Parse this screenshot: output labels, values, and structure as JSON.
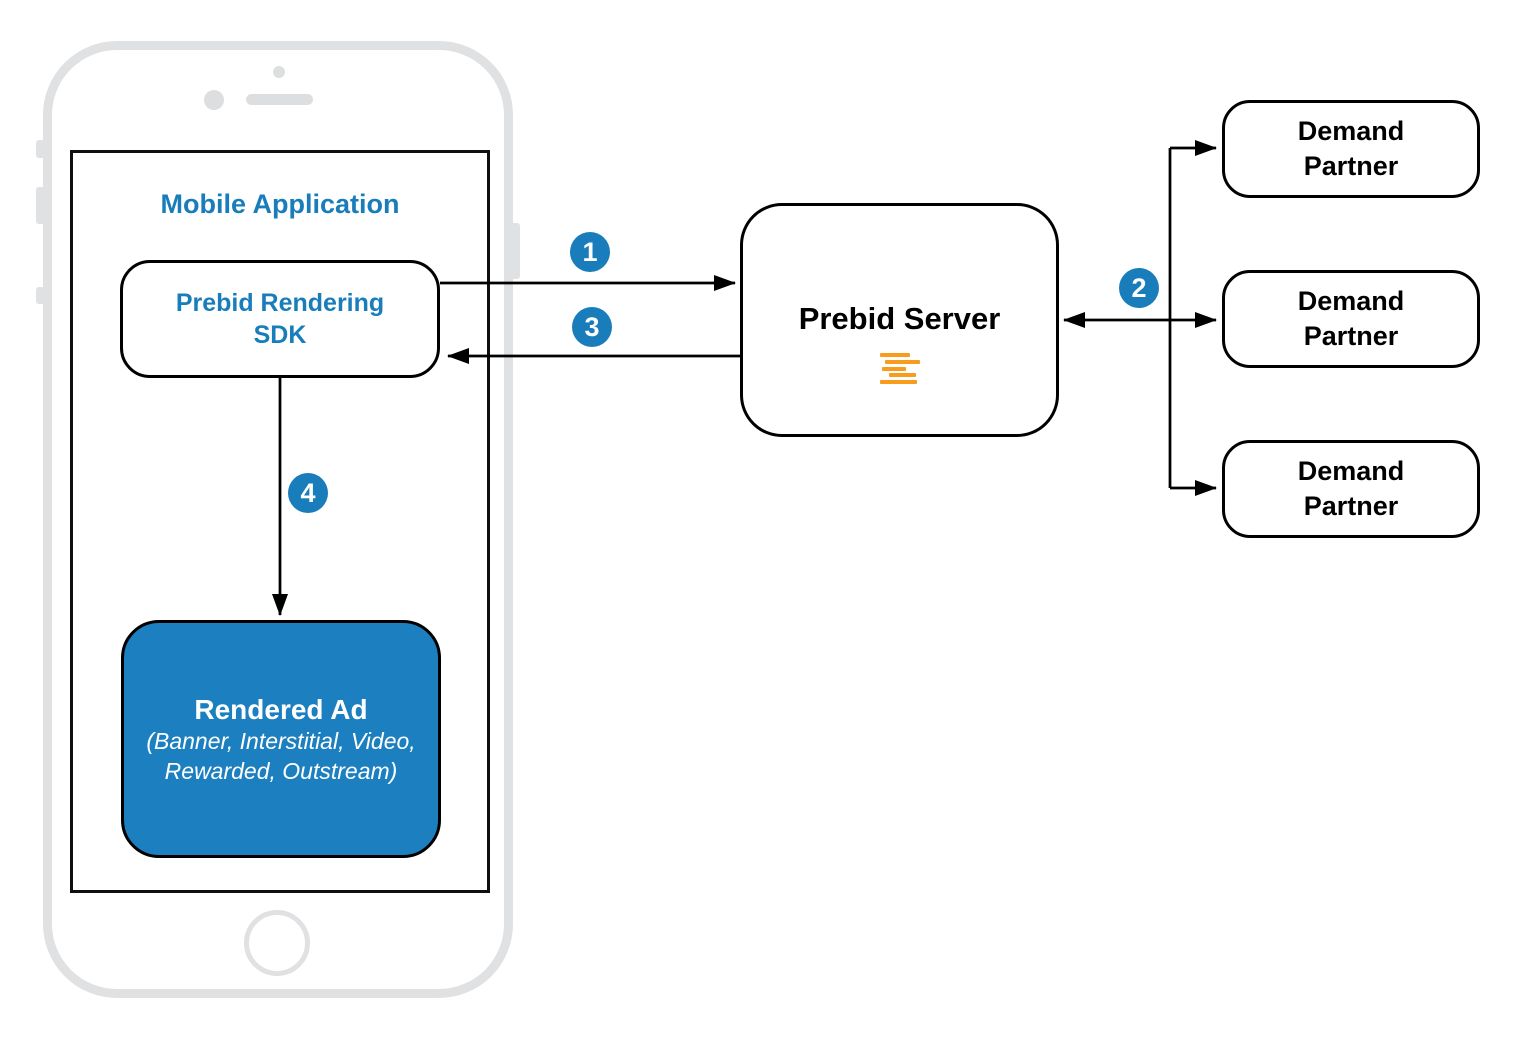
{
  "mobile_app": {
    "title": "Mobile Application"
  },
  "sdk": {
    "label": "Prebid Rendering SDK"
  },
  "rendered_ad": {
    "title": "Rendered Ad",
    "subtitle": "(Banner, Interstitial, Video, Rewarded, Outstream)"
  },
  "prebid_server": {
    "label": "Prebid Server",
    "logo_icon": "prebid-lines-logo"
  },
  "demand_partners": [
    {
      "label": "Demand Partner"
    },
    {
      "label": "Demand Partner"
    },
    {
      "label": "Demand Partner"
    }
  ],
  "flow_steps": [
    {
      "n": "1"
    },
    {
      "n": "2"
    },
    {
      "n": "3"
    },
    {
      "n": "4"
    }
  ],
  "colors": {
    "accent_blue": "#187dba",
    "ad_fill_blue": "#1c7fc0",
    "prebid_orange": "#f99b1c",
    "connector_black": "#000000",
    "phone_frame_gray": "#dfe1e3"
  }
}
